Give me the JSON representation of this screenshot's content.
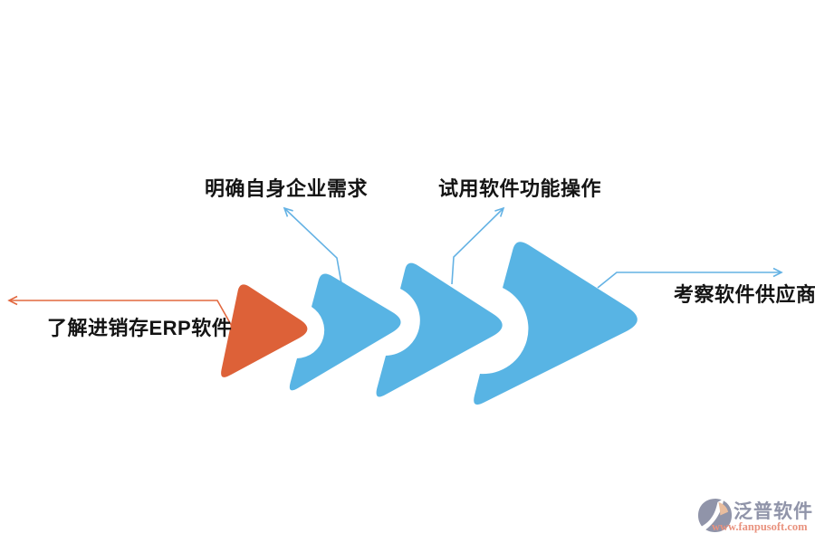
{
  "colors": {
    "background": "#ffffff",
    "orange": "#dd6138",
    "blue": "#58b4e4",
    "orange-line": "#e2683f",
    "blue-line": "#64b2e4",
    "label-text": "#141414",
    "brand-gray": "#9094a9",
    "brand-peach": "#e9bd9e",
    "brand-url": "#e9927e"
  },
  "diagram": {
    "type": "process-flow-arrow-chevrons",
    "direction": "left-to-right",
    "steps": [
      {
        "order": 1,
        "label": "了解进销存ERP软件",
        "shape": "orange-arrow",
        "callout_side": "left"
      },
      {
        "order": 2,
        "label": "明确自身企业需求",
        "shape": "blue-arrow",
        "callout_side": "top"
      },
      {
        "order": 3,
        "label": "试用软件功能操作",
        "shape": "blue-arrow",
        "callout_side": "top"
      },
      {
        "order": 4,
        "label": "考察软件供应商",
        "shape": "blue-arrow",
        "callout_side": "right"
      }
    ]
  },
  "watermark": {
    "icon": "fanpu-logo-icon",
    "brand": "泛普软件",
    "url": "www.fanpusoft.com"
  }
}
